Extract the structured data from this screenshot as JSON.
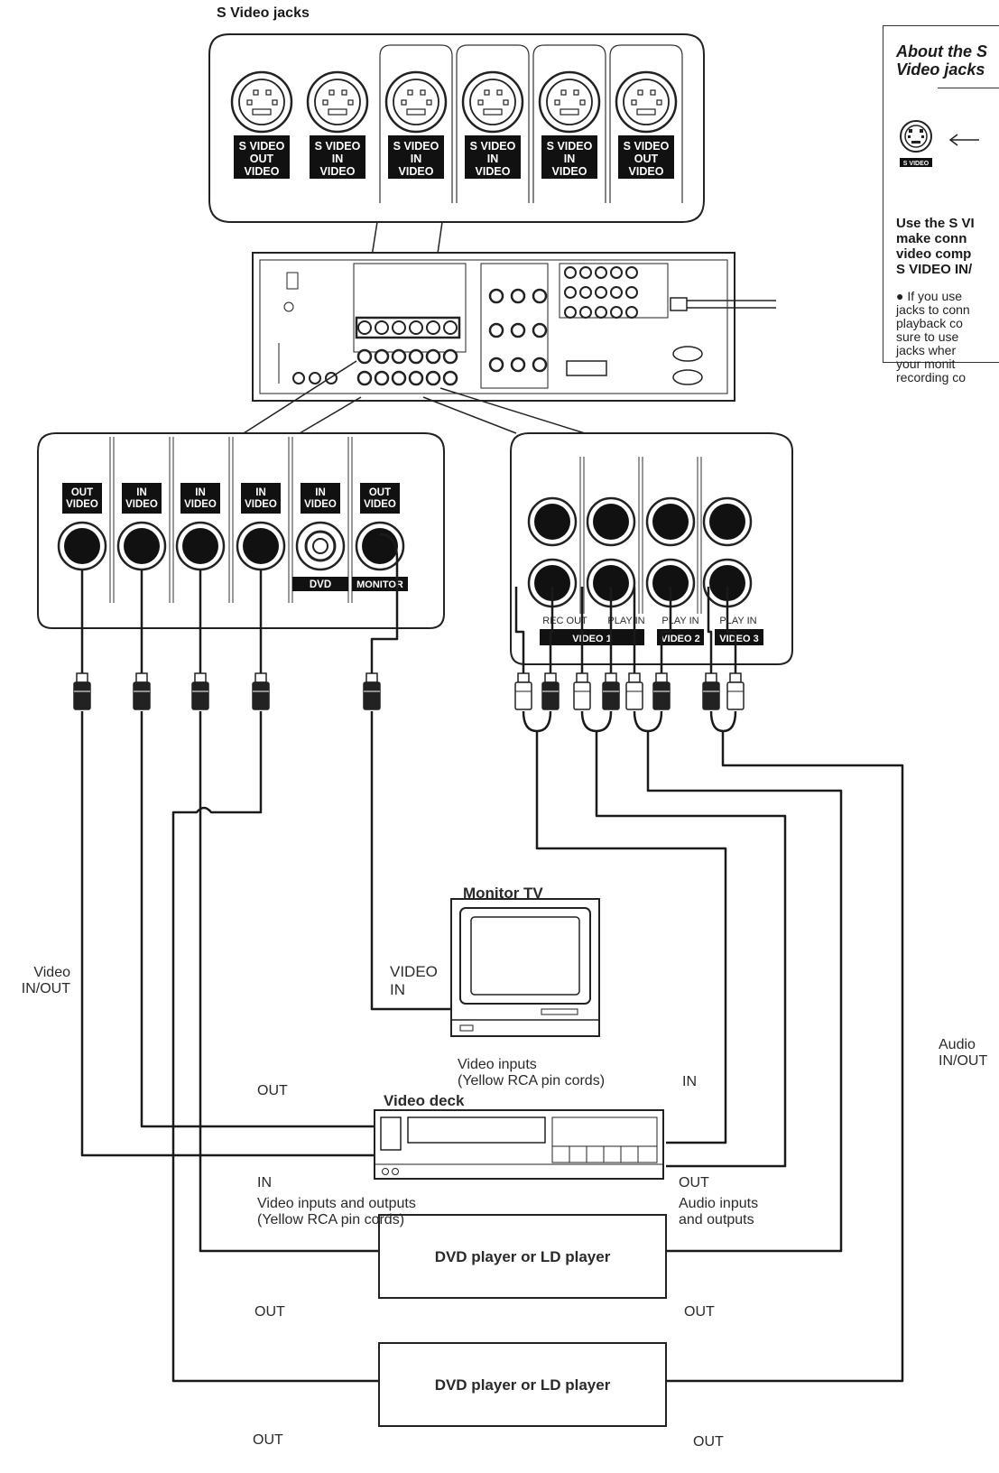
{
  "title": "S Video jacks",
  "top_jacks": [
    {
      "lines": [
        "S VIDEO",
        "OUT",
        "VIDEO"
      ]
    },
    {
      "lines": [
        "S VIDEO",
        "IN",
        "VIDEO"
      ]
    },
    {
      "lines": [
        "S VIDEO",
        "IN",
        "VIDEO"
      ]
    },
    {
      "lines": [
        "S VIDEO",
        "IN",
        "VIDEO"
      ]
    },
    {
      "lines": [
        "S VIDEO",
        "IN",
        "VIDEO"
      ]
    },
    {
      "lines": [
        "S VIDEO",
        "OUT",
        "VIDEO"
      ]
    }
  ],
  "left_jacks": [
    {
      "dir": "OUT",
      "kind": "VIDEO"
    },
    {
      "dir": "IN",
      "kind": "VIDEO"
    },
    {
      "dir": "IN",
      "kind": "VIDEO"
    },
    {
      "dir": "IN",
      "kind": "VIDEO"
    },
    {
      "dir": "IN",
      "kind": "VIDEO"
    },
    {
      "dir": "OUT",
      "kind": "VIDEO"
    }
  ],
  "left_bottom_labels": {
    "dvd": "DVD",
    "monitor": "MONITOR"
  },
  "right_panel_labels": {
    "rec_out": "REC OUT",
    "play_in_1": "PLAY IN",
    "play_in_2": "PLAY IN",
    "play_in_3": "PLAY IN",
    "video1": "VIDEO 1",
    "video2": "VIDEO 2",
    "video3": "VIDEO 3"
  },
  "info": {
    "title": "About the S Video jacks",
    "icon_label": "S VIDEO",
    "use_text": "Use the S VI\nmake conn\nvideo comp\nS VIDEO IN/",
    "bullet_text": "● If you use\n  jacks to conn\n  playback co\n  sure to use\n  jacks wher\n  your monit\n  recording co"
  },
  "devices": {
    "monitor_tv": "Monitor TV",
    "video_deck": "Video deck",
    "dvd1": "DVD player or LD player",
    "dvd2": "DVD player or LD player"
  },
  "labels": {
    "video_inout": [
      "Video",
      "IN/OUT"
    ],
    "audio_inout": [
      "Audio",
      "IN/OUT"
    ],
    "tv_video_in": [
      "VIDEO",
      "IN"
    ],
    "tv_inputs": [
      "Video inputs",
      "(Yellow RCA pin cords)"
    ],
    "deck_out_left": "OUT",
    "deck_in_left": "IN",
    "deck_in_right": "IN",
    "deck_out_right": "OUT",
    "deck_video_io": [
      "Video inputs and outputs",
      "(Yellow RCA pin cords)"
    ],
    "deck_audio_io": [
      "Audio inputs",
      "and outputs"
    ],
    "dvd1_out_left": "OUT",
    "dvd1_out_right": "OUT",
    "dvd2_out_left": "OUT",
    "dvd2_out_right": "OUT"
  },
  "colors": {
    "line": "#1a1a1a",
    "label_bg": "#111111",
    "panel_stroke": "#222222"
  }
}
